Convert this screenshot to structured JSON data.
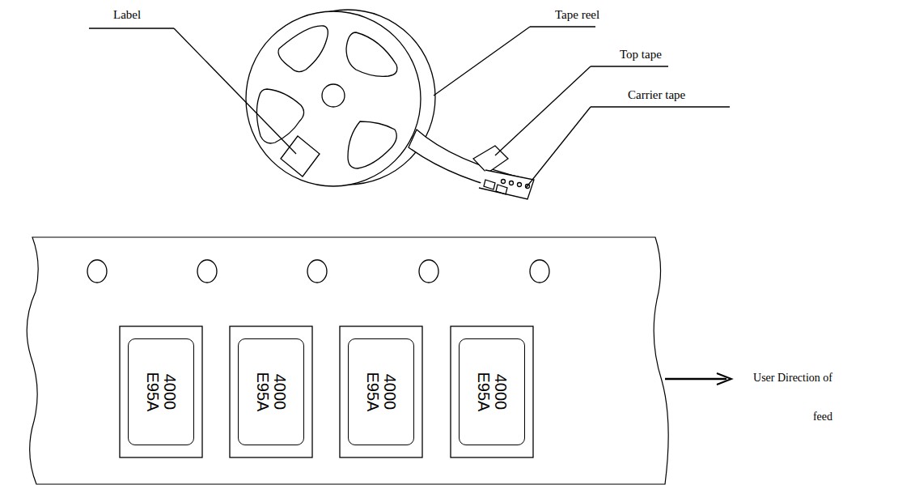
{
  "diagram": {
    "nodes": [
      {
        "text": [
          "4000",
          "E95A"
        ]
      },
      {
        "text": [
          "4000",
          "E95A"
        ]
      },
      {
        "text": [
          "4000",
          "E95A"
        ]
      },
      {
        "text": [
          "4000",
          "E95A"
        ]
      }
    ],
    "labels": [
      "Label",
      "Tape reel",
      "Top tape",
      "Carrier tape",
      "User Direction of feed"
    ]
  }
}
